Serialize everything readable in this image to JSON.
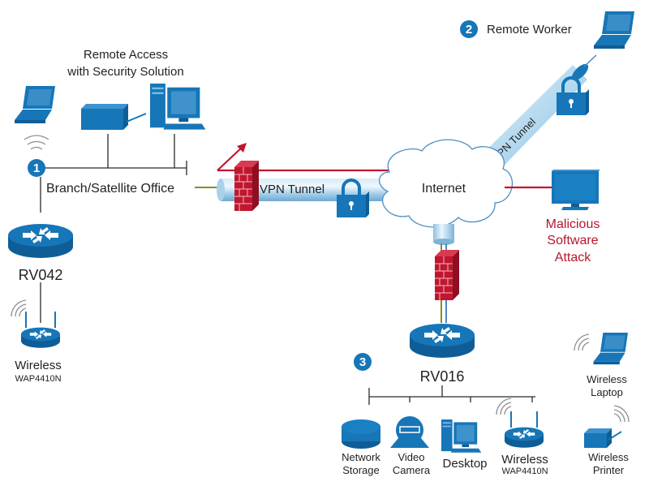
{
  "colors": {
    "device_blue": "#1676b8",
    "tunnel_blue": "#a9d2ea",
    "firewall_red": "#c1162f",
    "alert_red": "#b5172f",
    "text": "#231f20"
  },
  "sections": [
    {
      "number": "1",
      "label": "Branch/Satellite Office"
    },
    {
      "number": "2",
      "label": "Remote Worker"
    },
    {
      "number": "3",
      "label": ""
    }
  ],
  "branch": {
    "title_line1": "Remote Access",
    "title_line2": "with Security Solution",
    "router": "RV042",
    "wireless_label": "Wireless",
    "wireless_model": "WAP4410N"
  },
  "tunnels": {
    "horizontal": "VPN Tunnel",
    "diagonal": "VPN Tunnel"
  },
  "internet": "Internet",
  "attack": {
    "line1": "Malicious",
    "line2": "Software",
    "line3": "Attack"
  },
  "hq": {
    "router": "RV016",
    "devices": [
      {
        "icon": "network-storage-icon",
        "line1": "Network",
        "line2": "Storage"
      },
      {
        "icon": "video-camera-icon",
        "line1": "Video",
        "line2": "Camera"
      },
      {
        "icon": "desktop-icon",
        "line1": "Desktop",
        "line2": ""
      },
      {
        "icon": "wireless-ap-icon",
        "line1": "Wireless",
        "line2": "WAP4410N"
      }
    ],
    "wireless_clients": [
      {
        "icon": "wireless-laptop-icon",
        "line1": "Wireless",
        "line2": "Laptop"
      },
      {
        "icon": "wireless-printer-icon",
        "line1": "Wireless",
        "line2": "Printer"
      }
    ]
  }
}
